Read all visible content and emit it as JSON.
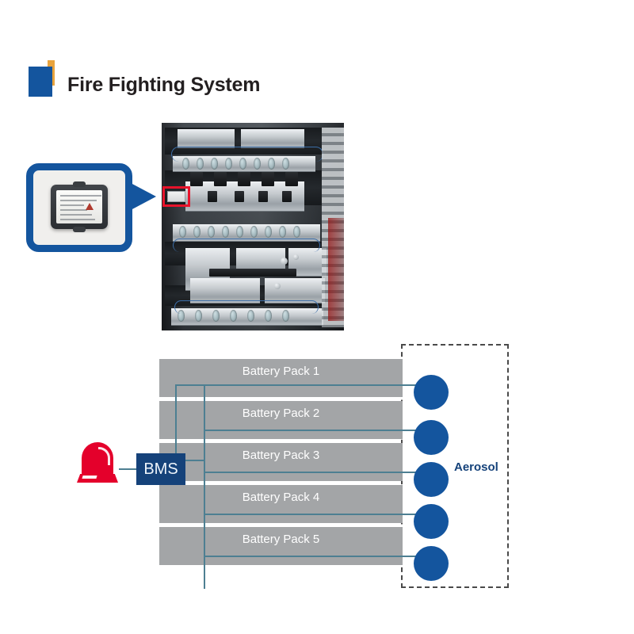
{
  "header": {
    "title": "Fire Fighting System",
    "logo_square_color": "#14559e",
    "logo_accent_color": "#e8a33d"
  },
  "photo": {
    "caption": "",
    "highlight_box_color": "#e8132b",
    "highlight_name": "aerosol-device-location"
  },
  "callout": {
    "border_color": "#14559e",
    "device_name": "aerosol-fire-suppression-module",
    "arrow_direction": "right"
  },
  "diagram": {
    "bms": {
      "label": "BMS",
      "box_color": "#15427a",
      "text_color": "#eef4fb"
    },
    "alarm": {
      "name": "alarm-beacon",
      "color": "#e4002b"
    },
    "aerosol": {
      "label": "Aerosol",
      "label_color": "#15427a",
      "dot_color": "#14559e",
      "count": 5
    },
    "zone": {
      "name": "aerosol-zone",
      "border_style": "dashed",
      "border_color": "#4a4a4a"
    },
    "link_color": "#4d7f92",
    "pack_color": "#a3a5a7",
    "packs": [
      {
        "label": "Battery Pack 1"
      },
      {
        "label": "Battery Pack 2"
      },
      {
        "label": "Battery Pack 3"
      },
      {
        "label": "Battery Pack 4"
      },
      {
        "label": "Battery Pack 5"
      }
    ]
  }
}
